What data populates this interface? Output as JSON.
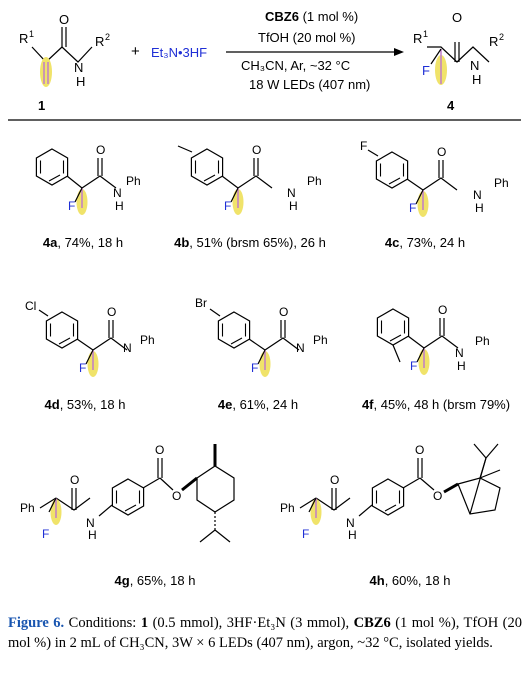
{
  "scheme": {
    "catalyst": "CBZ6",
    "catalyst_loading": " (1 mol %)",
    "additive": "TfOH (20 mol %)",
    "solvent_line": "CH₃CN, Ar, ~32 °C",
    "light": "18 W LEDs (407 nm)",
    "reagent": "Et₃N•3HF",
    "plus": "+",
    "substrate_label": "1",
    "product_label": "4",
    "r1": "R",
    "r1_sup": "1",
    "r2": "R",
    "r2_sup": "2",
    "nh": "N",
    "h": "H",
    "o": "O",
    "f": "F",
    "ph": "Ph",
    "f_sub": "F",
    "cl_sub": "Cl",
    "br_sub": "Br",
    "colors": {
      "reagent": "#1f2fd6",
      "fluorine": "#1f2fd6",
      "highlight": "#f0e36a",
      "bond": "#c07cc7"
    }
  },
  "compounds": [
    {
      "id": "4a",
      "rest": ", 74%, 18 h"
    },
    {
      "id": "4b",
      "rest": ", 51% (brsm 65%), 26 h"
    },
    {
      "id": "4c",
      "rest": ", 73%, 24 h"
    },
    {
      "id": "4d",
      "rest": ", 53%, 18 h"
    },
    {
      "id": "4e",
      "rest": ", 61%, 24 h"
    },
    {
      "id": "4f",
      "rest": ", 45%, 48 h (brsm 79%)"
    },
    {
      "id": "4g",
      "rest": ", 65%, 18 h"
    },
    {
      "id": "4h",
      "rest": ",  60%, 18 h"
    }
  ],
  "caption": {
    "figure_label": "Figure 6.",
    "text_1": " Conditions: ",
    "bold_1": "1",
    "text_2": " (0.5 mmol), 3HF·Et₃N (3 mmol), ",
    "bold_2": "CBZ6",
    "text_3": " (1 mol %), TfOH (20 mol %) in 2 mL of CH₃CN, 3W × 6 LEDs (407 nm), argon, ~32 °C, isolated yields."
  }
}
